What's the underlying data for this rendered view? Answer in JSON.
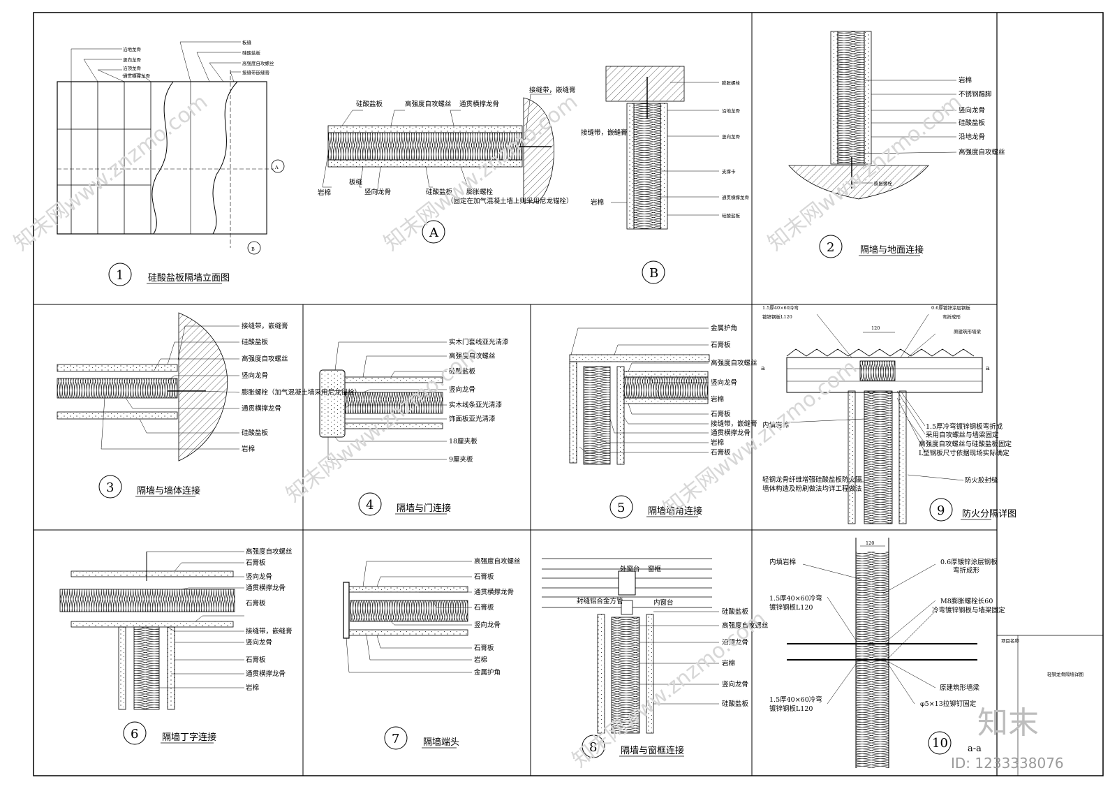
{
  "sheet": {
    "title_block": {
      "project_label": "项目名称",
      "drawing_title": "轻钢龙骨隔墙详图"
    },
    "brand": "知末",
    "id_text": "ID: 1233338076",
    "watermark": "知末网www.znzmo.com"
  },
  "details": [
    {
      "number": "1",
      "title": "硅酸盐板隔墙立面图",
      "labels_left": [
        "沿地龙骨",
        "竖向龙骨",
        "沿顶龙骨",
        "通贯横撑龙骨"
      ],
      "labels_right": [
        "板缝",
        "硅酸盐板",
        "高强度自攻螺丝",
        "接缝带嵌缝膏"
      ],
      "section_marks": [
        "A",
        "B"
      ]
    },
    {
      "number": "A",
      "labels_top": [
        "硅酸盐板",
        "高强度自攻螺丝",
        "通贯横撑龙骨",
        "接缝带，嵌缝膏"
      ],
      "labels_bottom": [
        "岩棉",
        "板缝",
        "竖向龙骨",
        "硅酸盐板",
        "膨胀螺栓",
        "（固定在加气混凝土墙上则采用尼龙锚栓）"
      ]
    },
    {
      "number": "B",
      "labels_left": [
        "接缝带，嵌缝膏",
        "岩棉"
      ],
      "labels_right": [
        "膨胀螺栓",
        "沿地龙骨",
        "竖向龙骨",
        "支撑卡",
        "通贯横撑龙骨",
        "硅酸盐板"
      ]
    },
    {
      "number": "2",
      "title": "隔墙与地面连接",
      "labels_right": [
        "岩棉",
        "不锈钢踢脚",
        "竖向龙骨",
        "硅酸盐板",
        "沿地龙骨",
        "高强度自攻螺丝"
      ],
      "labels_bottom": [
        "膨胀螺栓"
      ]
    },
    {
      "number": "3",
      "title": "隔墙与墙体连接",
      "labels_right": [
        "接缝带，嵌缝膏",
        "硅酸盐板",
        "高强度自攻螺丝",
        "竖向龙骨",
        "膨胀螺栓（加气混凝土墙采用尼龙锚栓）",
        "通贯横撑龙骨",
        "硅酸盐板",
        "岩棉"
      ]
    },
    {
      "number": "4",
      "title": "隔墙与门连接",
      "labels_right": [
        "实木门套线亚光清漆",
        "高强度自攻螺丝",
        "硅酸盐板",
        "竖向龙骨",
        "实木线条亚光清漆",
        "饰面板亚光清漆",
        "18厘夹板",
        "9厘夹板"
      ]
    },
    {
      "number": "5",
      "title": "隔墙墙角连接",
      "labels_right": [
        "金属护角",
        "石膏板",
        "高强度自攻螺丝",
        "竖向龙骨",
        "岩棉",
        "石膏板",
        "接缝带，嵌缝膏",
        "通贯横撑龙骨",
        "岩棉",
        "石膏板"
      ]
    },
    {
      "number": "9",
      "title": "防火分隔详图",
      "labels": [
        "1.5厚40×60冷弯",
        "镀锌钢板L120",
        "0.6厚镀锌涂层钢板",
        "弯折成形",
        "原建筑形墙梁",
        "120",
        "a",
        "a",
        "内填岩棉",
        "1.5厚冷弯镀锌钢板弯折成",
        "采用自攻螺丝与墙梁固定",
        "高强度自攻螺丝与硅酸盐板固定",
        "L型钢板尺寸依据现场实际确定",
        "防火胶封缝",
        "轻钢龙骨纤维增强硅酸盐板防火隔",
        "墙体构造及粉刷做法均详工程做法"
      ]
    },
    {
      "number": "6",
      "title": "隔墙丁字连接",
      "labels_right": [
        "高强度自攻螺丝",
        "石膏板",
        "竖向龙骨",
        "通贯横撑龙骨",
        "石膏板",
        "接缝带，嵌缝膏",
        "竖向龙骨",
        "石膏板",
        "通贯横撑龙骨",
        "岩棉"
      ]
    },
    {
      "number": "7",
      "title": "隔墙端头",
      "labels_right": [
        "高强度自攻螺丝",
        "石膏板",
        "通贯横撑龙骨",
        "石膏板",
        "竖向龙骨",
        "石膏板",
        "岩棉",
        "金属护角"
      ]
    },
    {
      "number": "8",
      "title": "隔墙与窗框连接",
      "labels": [
        "外窗台",
        "窗框",
        "封缝铝合金方管",
        "内窗台",
        "硅酸盐板",
        "高强度自攻螺丝",
        "沿顶龙骨",
        "岩棉",
        "竖向龙骨",
        "硅酸盐板"
      ]
    },
    {
      "number": "10",
      "title": "a-a",
      "labels": [
        "120",
        "内填岩棉",
        "0.6厚镀锌涂层钢板",
        "弯折成形",
        "1.5厚40×60冷弯",
        "镀锌钢板L120",
        "M8膨胀螺栓长60",
        "冷弯镀锌钢板与墙梁固定",
        "原建筑形墙梁",
        "1.5厚40×60冷弯",
        "镀锌钢板L120",
        "φ5×13拉铆钉固定"
      ]
    }
  ]
}
